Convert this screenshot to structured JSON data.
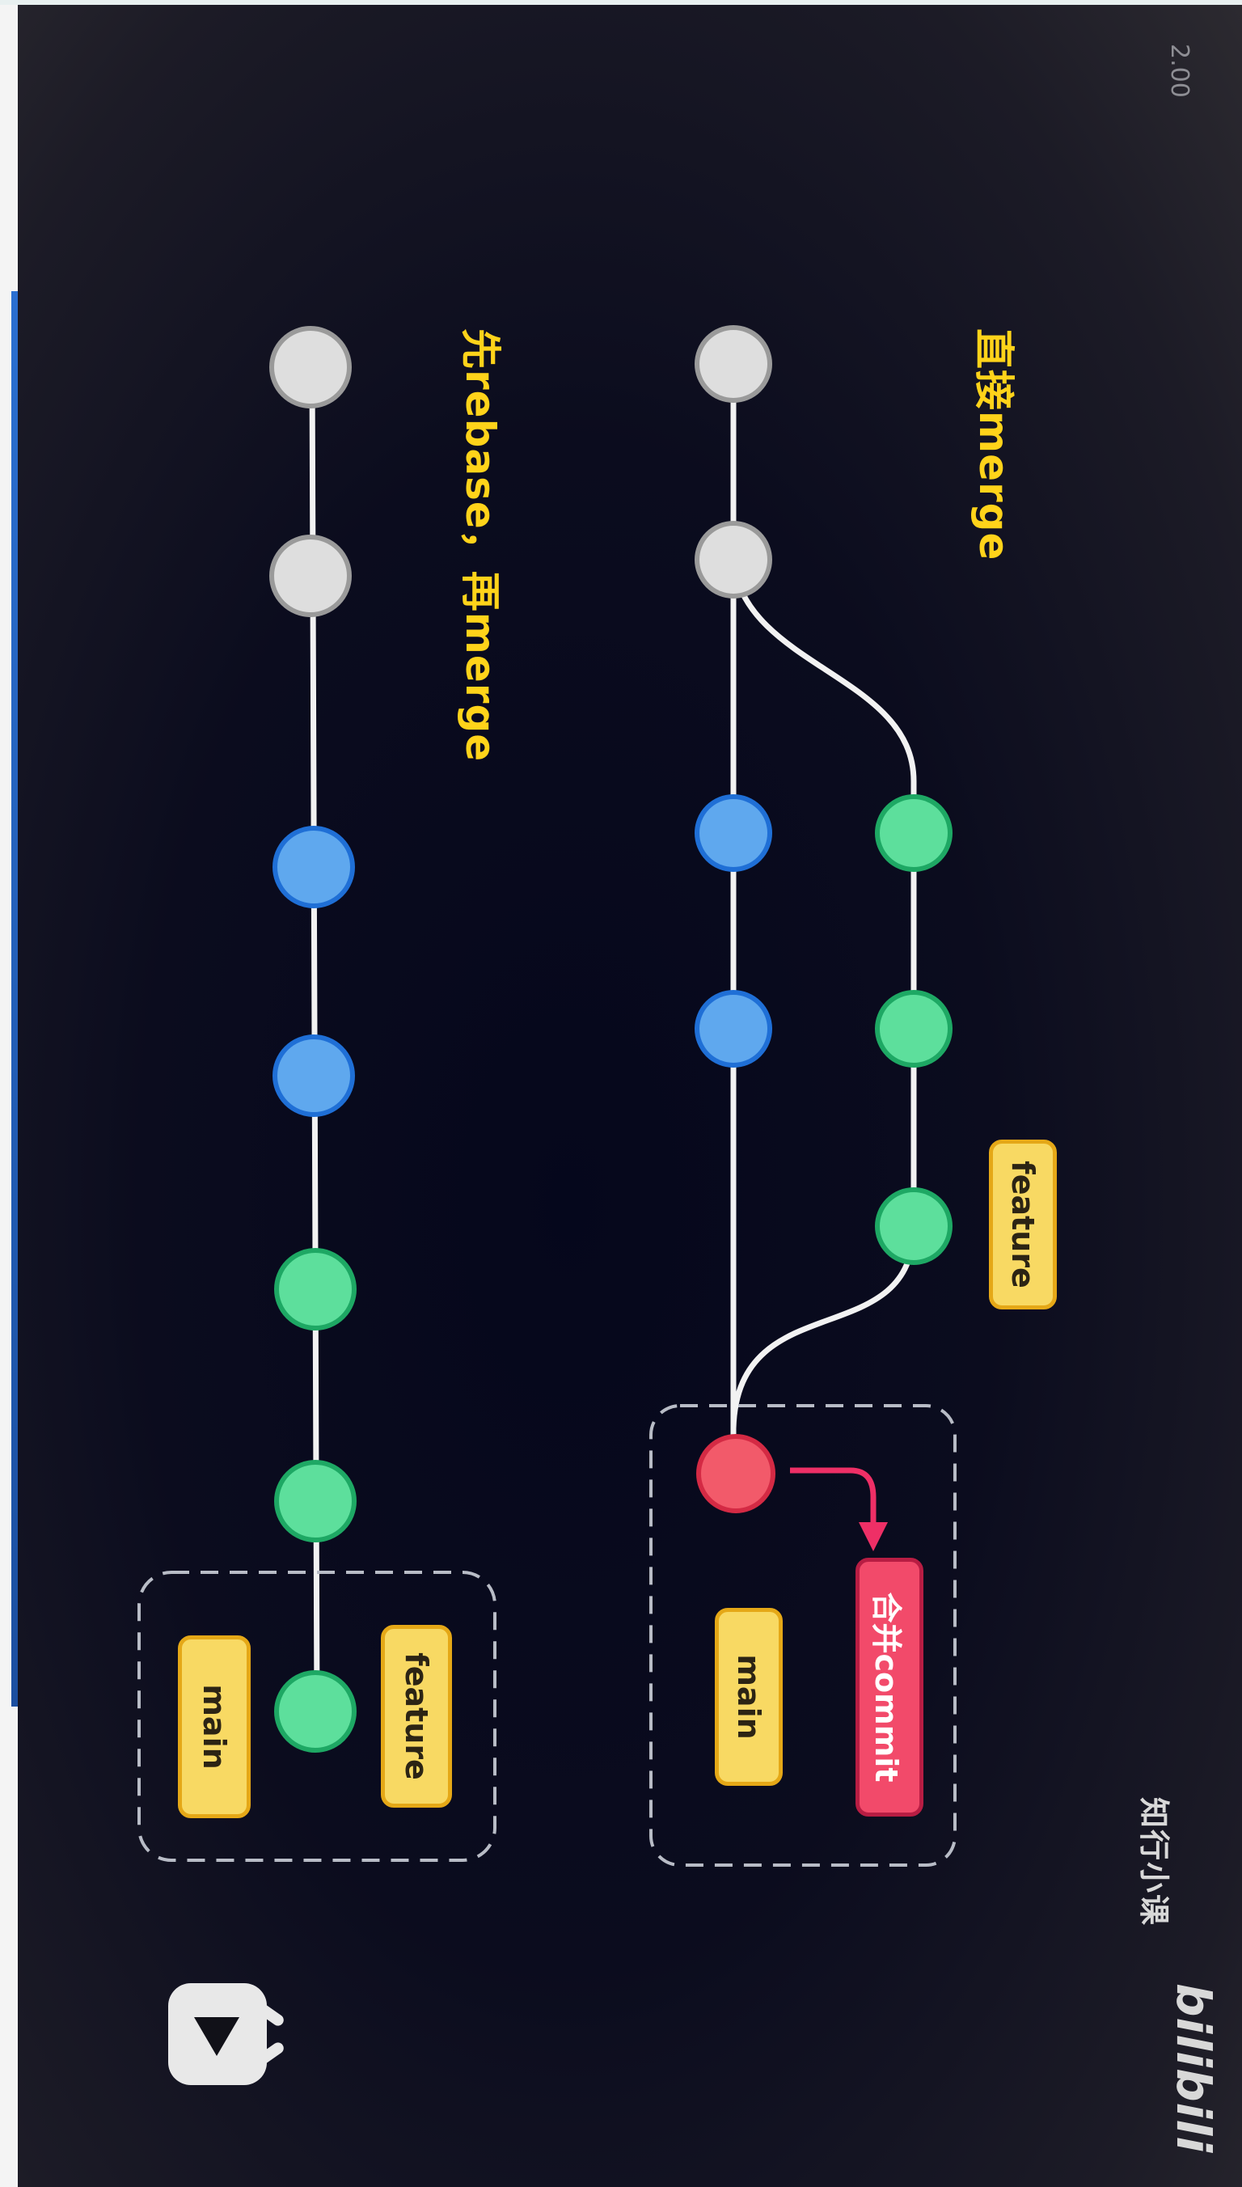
{
  "playback": {
    "speed": "2.00"
  },
  "panel_top": {
    "title": "直接merge",
    "branch_feature_label": "feature",
    "branch_main_label": "main",
    "merge_commit_label": "合并commit"
  },
  "panel_bottom": {
    "title": "先rebase，再merge",
    "branch_feature_label": "feature",
    "branch_main_label": "main"
  },
  "watermark": {
    "channel": "知行小课",
    "logo_text": "bilibili"
  },
  "colors": {
    "background": "#0b0c1e",
    "title": "#ffd31a",
    "commit_base": "#dedede",
    "commit_main": "#5fa8ee",
    "commit_feature": "#5ddf9c",
    "commit_merge": "#f25a6a",
    "label_yellow": "#f8d963",
    "label_red": "#f24a6a"
  }
}
